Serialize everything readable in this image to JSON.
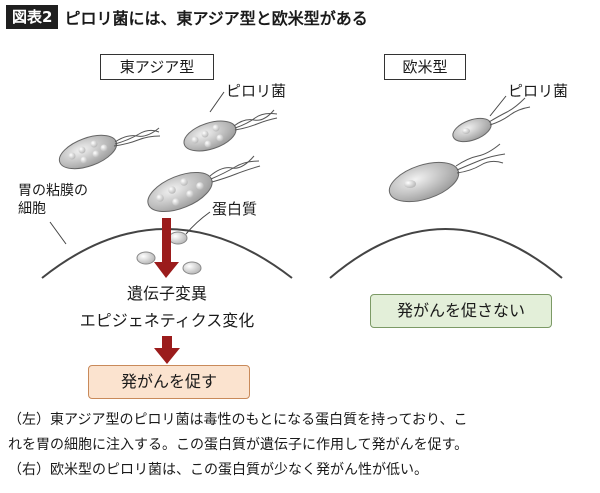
{
  "header": {
    "fig_no": "図表2",
    "title": "ピロリ菌には、東アジア型と欧米型がある"
  },
  "left_panel": {
    "heading": "東アジア型",
    "bacteria_label": "ピロリ菌",
    "cell_label_line1": "胃の粘膜の",
    "cell_label_line2": "細胞",
    "protein_label": "蛋白質",
    "effect_line1": "遺伝子変異",
    "effect_line2": "エピジェネティクス変化",
    "result": "発がんを促す"
  },
  "right_panel": {
    "heading": "欧米型",
    "bacteria_label": "ピロリ菌",
    "result": "発がんを促さない"
  },
  "caption": {
    "line1": "（左）東アジア型のピロリ菌は毒性のもとになる蛋白質を持っており、こ",
    "line2": "れを胃の細胞に注入する。この蛋白質が遺伝子に作用して発がんを促す。",
    "line3": "（右）欧米型のピロリ菌は、この蛋白質が少なく発がん性が低い。"
  },
  "colors": {
    "arrow": "#9b1c1c",
    "result_left_bg": "#fbe3cf",
    "result_right_bg": "#e3efd9"
  }
}
